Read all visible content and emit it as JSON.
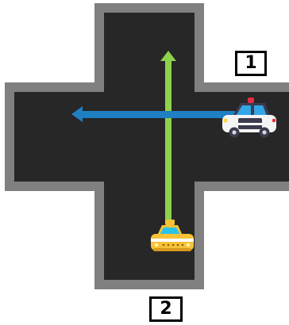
{
  "labels": {
    "label_1": "1",
    "label_2": "2"
  },
  "vehicles": [
    {
      "id": "1",
      "kind": "police car",
      "icon": "police-car-icon",
      "direction": "westbound"
    },
    {
      "id": "2",
      "kind": "taxi",
      "icon": "taxi-icon",
      "direction": "northbound"
    }
  ],
  "colors": {
    "road": "#272727",
    "road_border": "#808080",
    "police_path_arrow": "#1f7fc3",
    "taxi_path_arrow": "#8ed14c",
    "taxi_body": "#f7c236",
    "taxi_window": "#29c4ea",
    "police_body": "#f4f4f4",
    "police_accent": "#3b3b4f",
    "police_window": "#32a6e6",
    "police_light": "#e52d3f"
  }
}
